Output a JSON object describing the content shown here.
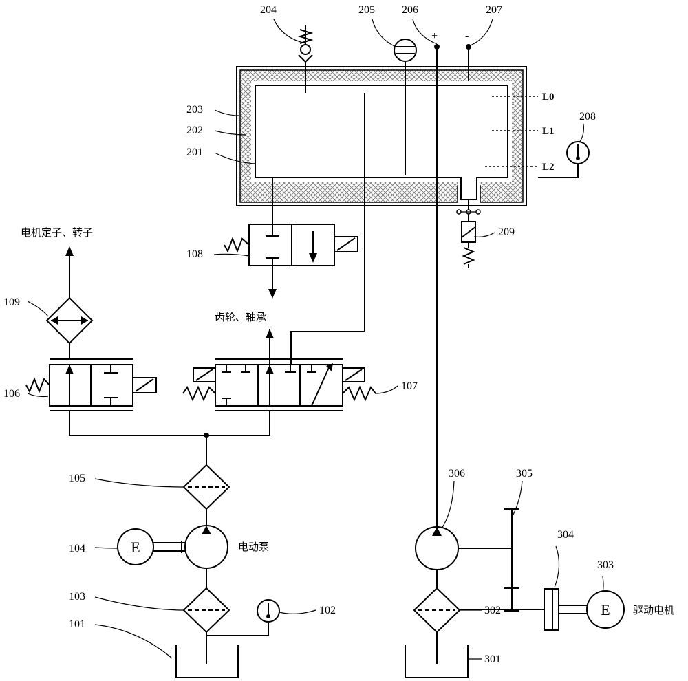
{
  "labels": {
    "n101": "101",
    "n102": "102",
    "n103": "103",
    "n104": "104",
    "n105": "105",
    "n106": "106",
    "n107": "107",
    "n108": "108",
    "n109": "109",
    "n201": "201",
    "n202": "202",
    "n203": "203",
    "n204": "204",
    "n205": "205",
    "n206": "206",
    "n207": "207",
    "n208": "208",
    "n209": "209",
    "n301": "301",
    "n302": "302",
    "n303": "303",
    "n304": "304",
    "n305": "305",
    "n306": "306"
  },
  "levels": {
    "l0": "L0",
    "l1": "L1",
    "l2": "L2"
  },
  "terminals": {
    "plus": "+",
    "minus": "-"
  },
  "texts": {
    "motor_stator_rotor": "电机定子、转子",
    "gear_bearing": "齿轮、轴承",
    "electric_pump": "电动泵",
    "drive_motor": "驱动电机",
    "motor_symbol_left": "E",
    "motor_symbol_right": "E"
  }
}
